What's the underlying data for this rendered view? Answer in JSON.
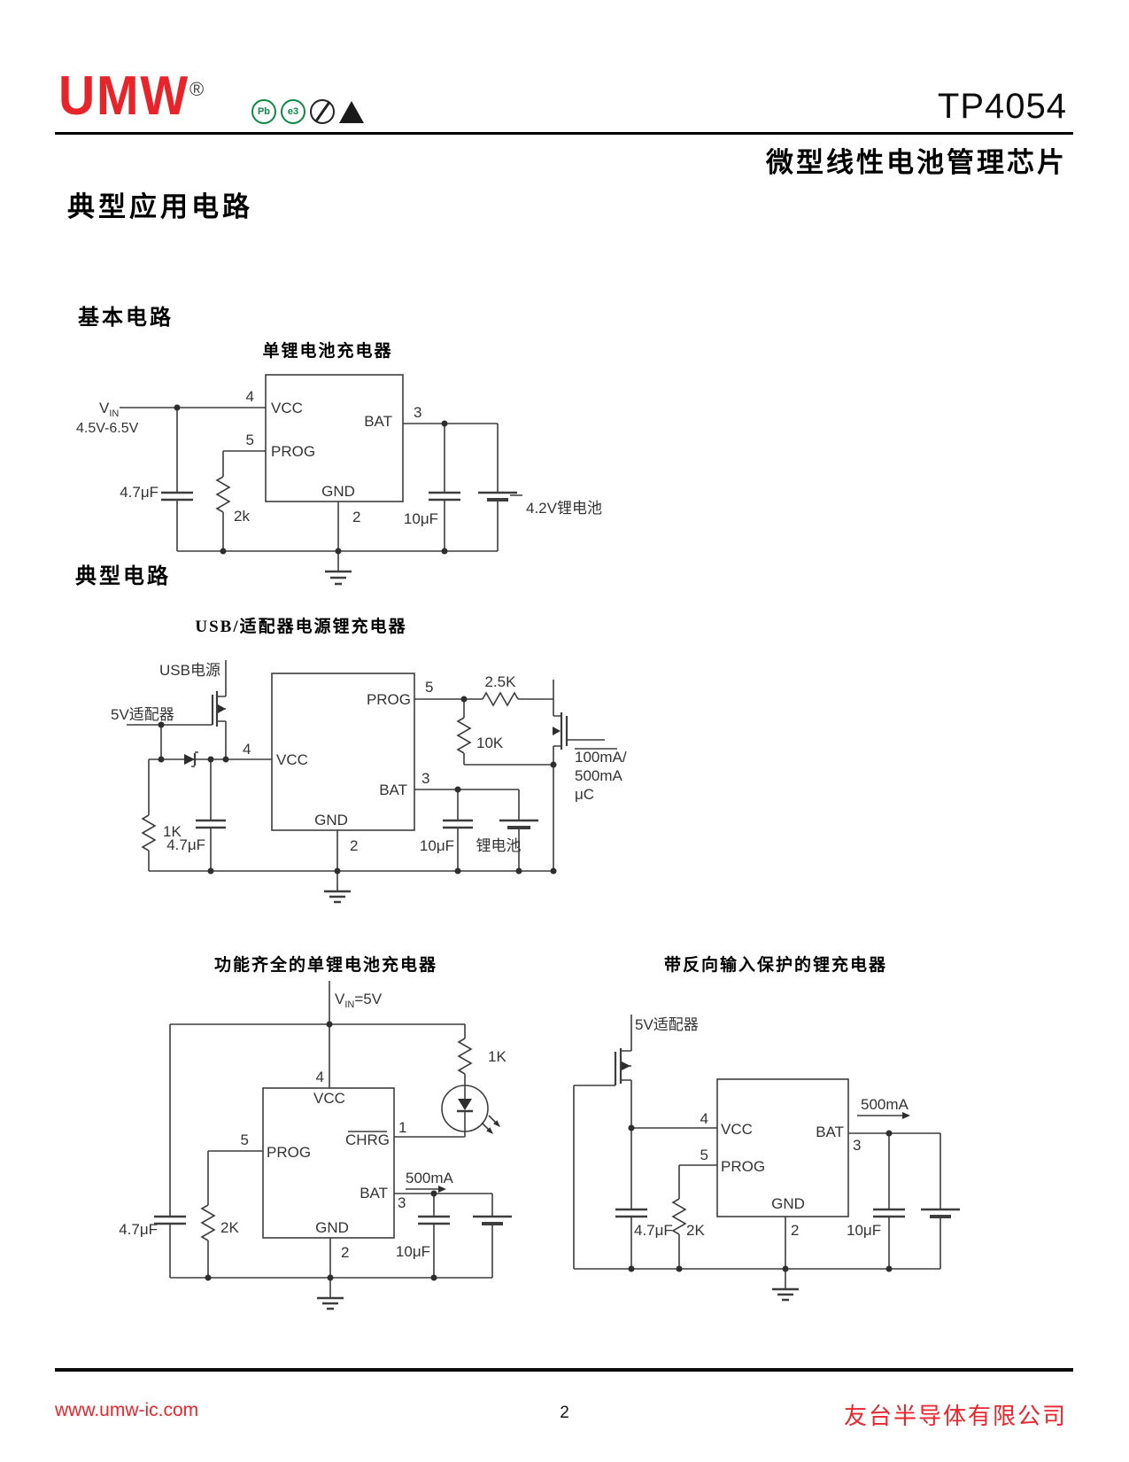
{
  "header": {
    "logo_text": "UMW",
    "registered_mark": "®",
    "badge_pb": "Pb",
    "badge_e3": "e3",
    "part_number": "TP4054",
    "subtitle": "微型线性电池管理芯片"
  },
  "sections": {
    "main_title": "典型应用电路",
    "basic_label": "基本电路",
    "typical_label": "典型电路"
  },
  "circuit1": {
    "title": "单锂电池充电器",
    "vin_v": "V",
    "vin_sub": "IN",
    "vin_range": "4.5V-6.5V",
    "pin4": "4",
    "pin5": "5",
    "pin3": "3",
    "pin2": "2",
    "vcc": "VCC",
    "prog": "PROG",
    "bat": "BAT",
    "gnd": "GND",
    "cin": "4.7μF",
    "rprog": "2k",
    "cout": "10μF",
    "battery": "4.2V锂电池"
  },
  "circuit2": {
    "title": "USB/适配器电源锂充电器",
    "usb_label": "USB电源",
    "adapter_label": "5V适配器",
    "pin4": "4",
    "pin5": "5",
    "pin3": "3",
    "pin2": "2",
    "vcc": "VCC",
    "prog": "PROG",
    "bat": "BAT",
    "gnd": "GND",
    "r_pulldown": "1K",
    "cin": "4.7μF",
    "r_series": "2.5K",
    "r_prog": "10K",
    "uc_line1": "100mA/",
    "uc_line2": "500mA",
    "uc_line3": "μC",
    "cout": "10μF",
    "battery": "锂电池"
  },
  "circuit3": {
    "title": "功能齐全的单锂电池充电器",
    "vin_v": "V",
    "vin_sub": "IN",
    "vin_eq": "=5V",
    "pin4": "4",
    "pin5": "5",
    "pin1": "1",
    "pin3": "3",
    "pin2": "2",
    "vcc": "VCC",
    "prog": "PROG",
    "chrg": "CHRG",
    "bat": "BAT",
    "gnd": "GND",
    "r_led": "1K",
    "current": "500mA",
    "cin": "4.7μF",
    "rprog": "2K",
    "cout": "10μF"
  },
  "circuit4": {
    "title": "带反向输入保护的锂充电器",
    "adapter_label": "5V适配器",
    "pin4": "4",
    "pin5": "5",
    "pin3": "3",
    "pin2": "2",
    "vcc": "VCC",
    "prog": "PROG",
    "bat": "BAT",
    "gnd": "GND",
    "current": "500mA",
    "cin": "4.7μF",
    "rprog": "2K",
    "cout": "10μF"
  },
  "footer": {
    "website": "www.umw-ic.com",
    "page_number": "2",
    "company": "友台半导体有限公司"
  }
}
